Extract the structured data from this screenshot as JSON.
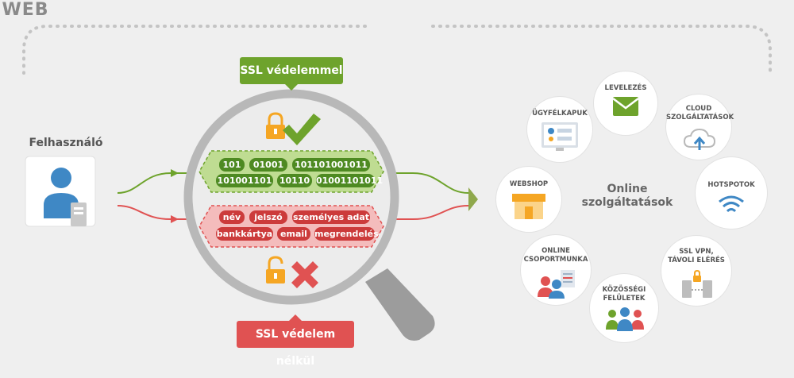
{
  "header": {
    "title": "WEB"
  },
  "user": {
    "label": "Felhasználó"
  },
  "ssl": {
    "with_label": "SSL védelemmel",
    "without_label": "SSL védelem nélkül"
  },
  "encrypted_tokens": [
    "101",
    "01001",
    "101101001011",
    "101001101",
    "10110",
    "01001101011"
  ],
  "plain_tokens": [
    "név",
    "jelszó",
    "személyes adat",
    "bankkártya",
    "email",
    "megrendelés"
  ],
  "services": {
    "title_line1": "Online",
    "title_line2": "szolgáltatások",
    "levelezes": "LEVELEZÉS",
    "ugyfelkapuk": "ÜGYFÉLKAPUK",
    "cloud_line1": "CLOUD",
    "cloud_line2": "SZOLGÁLTATÁSOK",
    "webshop": "WEBSHOP",
    "hotspotok": "HOTSPOTOK",
    "online_line1": "ONLINE",
    "online_line2": "CSOPORTMUNKA",
    "kozossegi_line1": "KÖZÖSSÉGI",
    "kozossegi_line2": "FELÜLETEK",
    "vpn_line1": "SSL VPN,",
    "vpn_line2": "TÁVOLI ELÉRÉS"
  },
  "colors": {
    "green": "#6ea32c",
    "red": "#e05252",
    "blue": "#3f88c5",
    "orange": "#f5a623",
    "gray": "#b5b5b5"
  }
}
